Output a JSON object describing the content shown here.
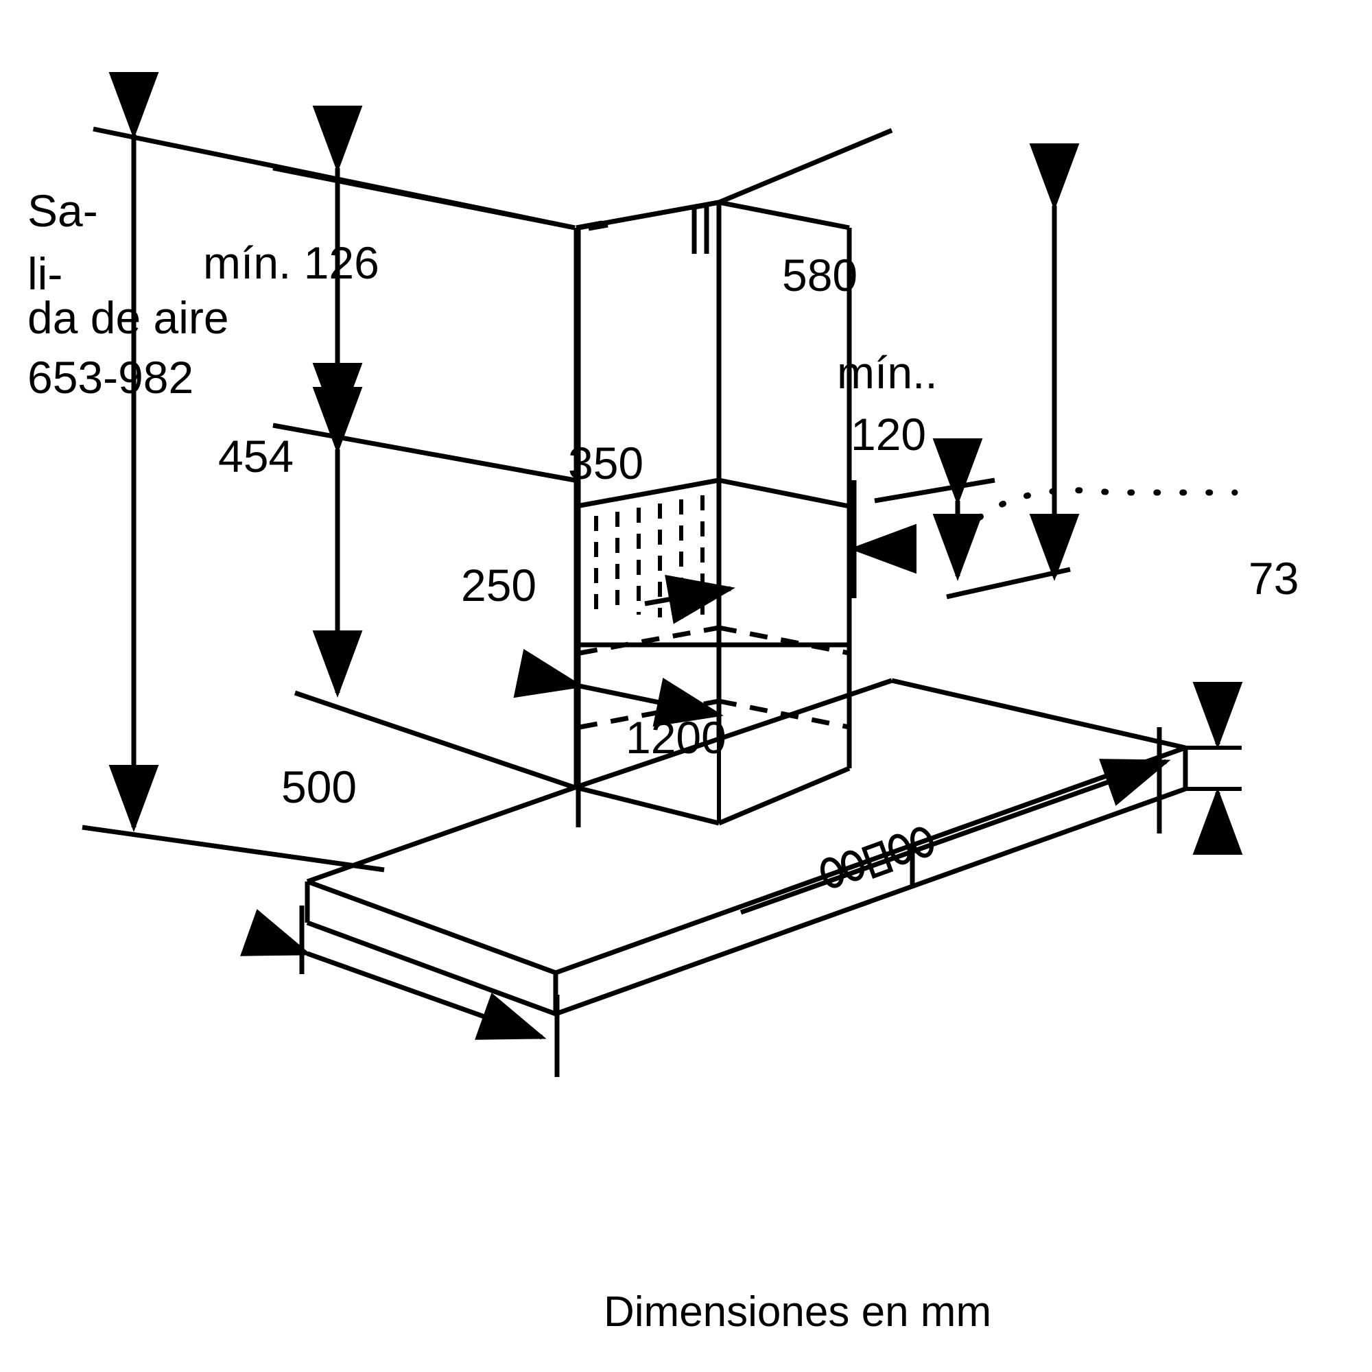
{
  "drawing": {
    "title_note": "Dimensiones en mm",
    "units": "mm",
    "product": "chimney cooker hood, wall mounted",
    "background_color": "#ffffff",
    "line_color": "#000000"
  },
  "labels": {
    "air_outlet_line1": "Sa-",
    "air_outlet_line2": "li-",
    "air_outlet_line3": "da de aire",
    "air_outlet_range": "653-982",
    "min_duct_height": "mín. 126",
    "chimney_lower_height": "454",
    "chimney_depth": "350",
    "inner_depth": "250",
    "total_height": "580",
    "min_wall_distance_label": "mín..",
    "min_wall_distance_value": "120",
    "canopy_height": "73",
    "canopy_width": "1200",
    "canopy_depth": "500",
    "footer": "Dimensiones en mm"
  },
  "chart_data": {
    "type": "table",
    "title": "Dimensiones en mm",
    "categories": [
      "Salida de aire",
      "mín. 126",
      "454",
      "350",
      "250",
      "580",
      "mín. 120",
      "73",
      "1200",
      "500"
    ],
    "values": [
      "653-982",
      126,
      454,
      350,
      250,
      580,
      120,
      73,
      1200,
      500
    ],
    "xlabel": "",
    "ylabel": "",
    "annotations": [
      "Salida de aire 653-982",
      "mín. 126",
      "454",
      "350",
      "250",
      "580",
      "mín.. 120",
      "73",
      "1200",
      "500",
      "Dimensiones en mm"
    ]
  }
}
